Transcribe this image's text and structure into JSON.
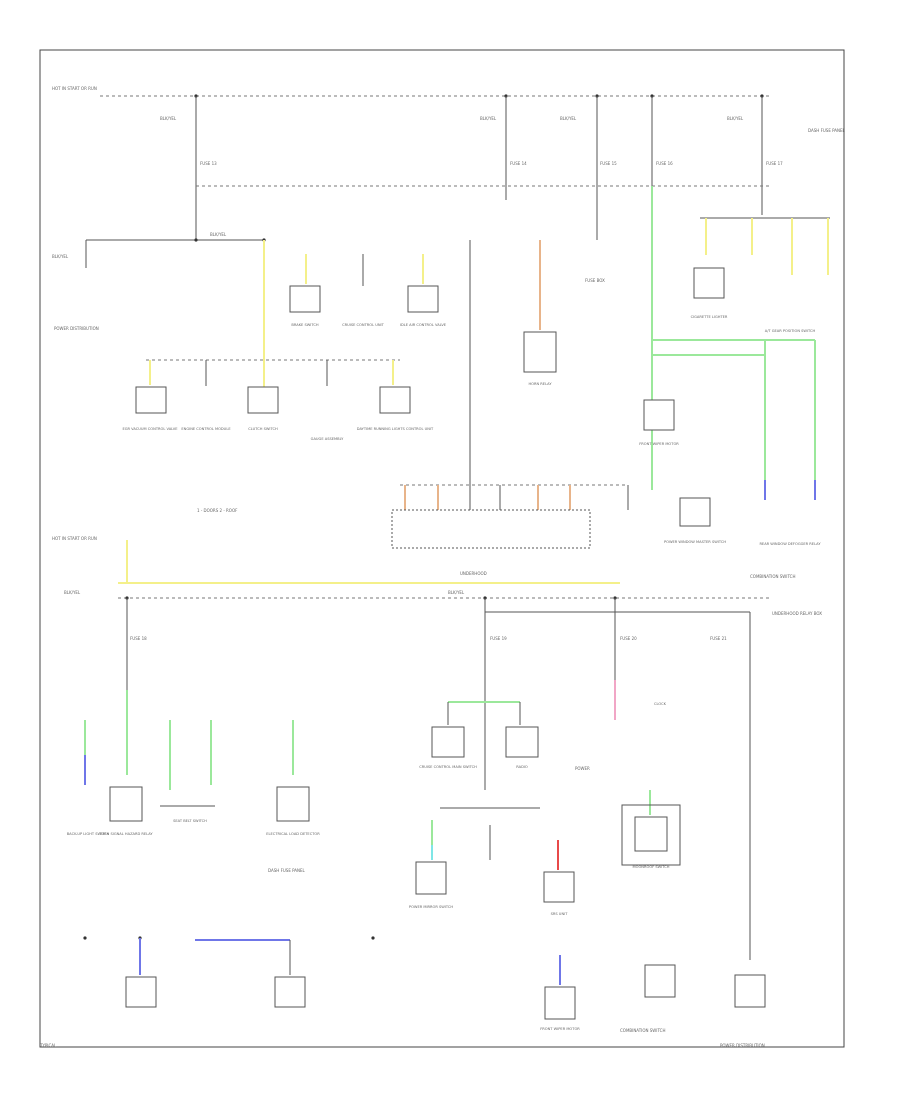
{
  "diagram": {
    "title": "",
    "colors": {
      "yellow": "#f4f08a",
      "green": "#9be89b",
      "blue": "#6f76e8",
      "orange": "#e8b48a",
      "pink": "#f1a6c6",
      "red": "#e84a4a",
      "cyan": "#7fe6e6",
      "wire": "#555555"
    },
    "labels": {
      "hot_in_start_top": "HOT IN START OR RUN",
      "hot_in_start_mid": "HOT IN START OR RUN",
      "legend": "1 - DOORS  2 - ROOF",
      "bottom_note": "TYPICAL",
      "fuse_ref": "FUSE BOX",
      "combination_switch": "COMBINATION SWITCH",
      "dash_fuse_panel": "DASH FUSE PANEL",
      "underhood_relay_box": "UNDERHOOD RELAY BOX",
      "power_distribution": "POWER DISTRIBUTION"
    },
    "components": [
      {
        "id": "c1",
        "label": "BRAKE SWITCH"
      },
      {
        "id": "c2",
        "label": "CRUISE CONTROL UNIT"
      },
      {
        "id": "c3",
        "label": "IDLE AIR CONTROL VALVE"
      },
      {
        "id": "c4",
        "label": "EGR VACUUM CONTROL VALVE"
      },
      {
        "id": "c5",
        "label": "ENGINE CONTROL MODULE"
      },
      {
        "id": "c6",
        "label": "CLUTCH SWITCH"
      },
      {
        "id": "c7",
        "label": "GAUGE ASSEMBLY"
      },
      {
        "id": "c8",
        "label": "DAYTIME RUNNING LIGHTS CONTROL UNIT"
      },
      {
        "id": "c9",
        "label": "HORN RELAY"
      },
      {
        "id": "c10",
        "label": "FRONT WIPER MOTOR"
      },
      {
        "id": "c11",
        "label": "POWER WINDOW MASTER SWITCH"
      },
      {
        "id": "c12",
        "label": "REAR WINDOW DEFOGGER RELAY"
      },
      {
        "id": "c13",
        "label": "CIGARETTE LIGHTER"
      },
      {
        "id": "c14",
        "label": "A/T GEAR POSITION SWITCH"
      },
      {
        "id": "c15",
        "label": "TURN SIGNAL HAZARD RELAY"
      },
      {
        "id": "c16",
        "label": "BACK-UP LIGHT SWITCH"
      },
      {
        "id": "c17",
        "label": "SEAT BELT SWITCH"
      },
      {
        "id": "c18",
        "label": "ELECTRICAL LOAD DETECTOR"
      },
      {
        "id": "c19",
        "label": "CRUISE CONTROL MAIN SWITCH"
      },
      {
        "id": "c20",
        "label": "RADIO"
      },
      {
        "id": "c21",
        "label": "CLOCK"
      },
      {
        "id": "c22",
        "label": "POWER MIRROR SWITCH"
      },
      {
        "id": "c23",
        "label": "SRS UNIT"
      },
      {
        "id": "c24",
        "label": "MOONROOF SWITCH"
      }
    ]
  }
}
